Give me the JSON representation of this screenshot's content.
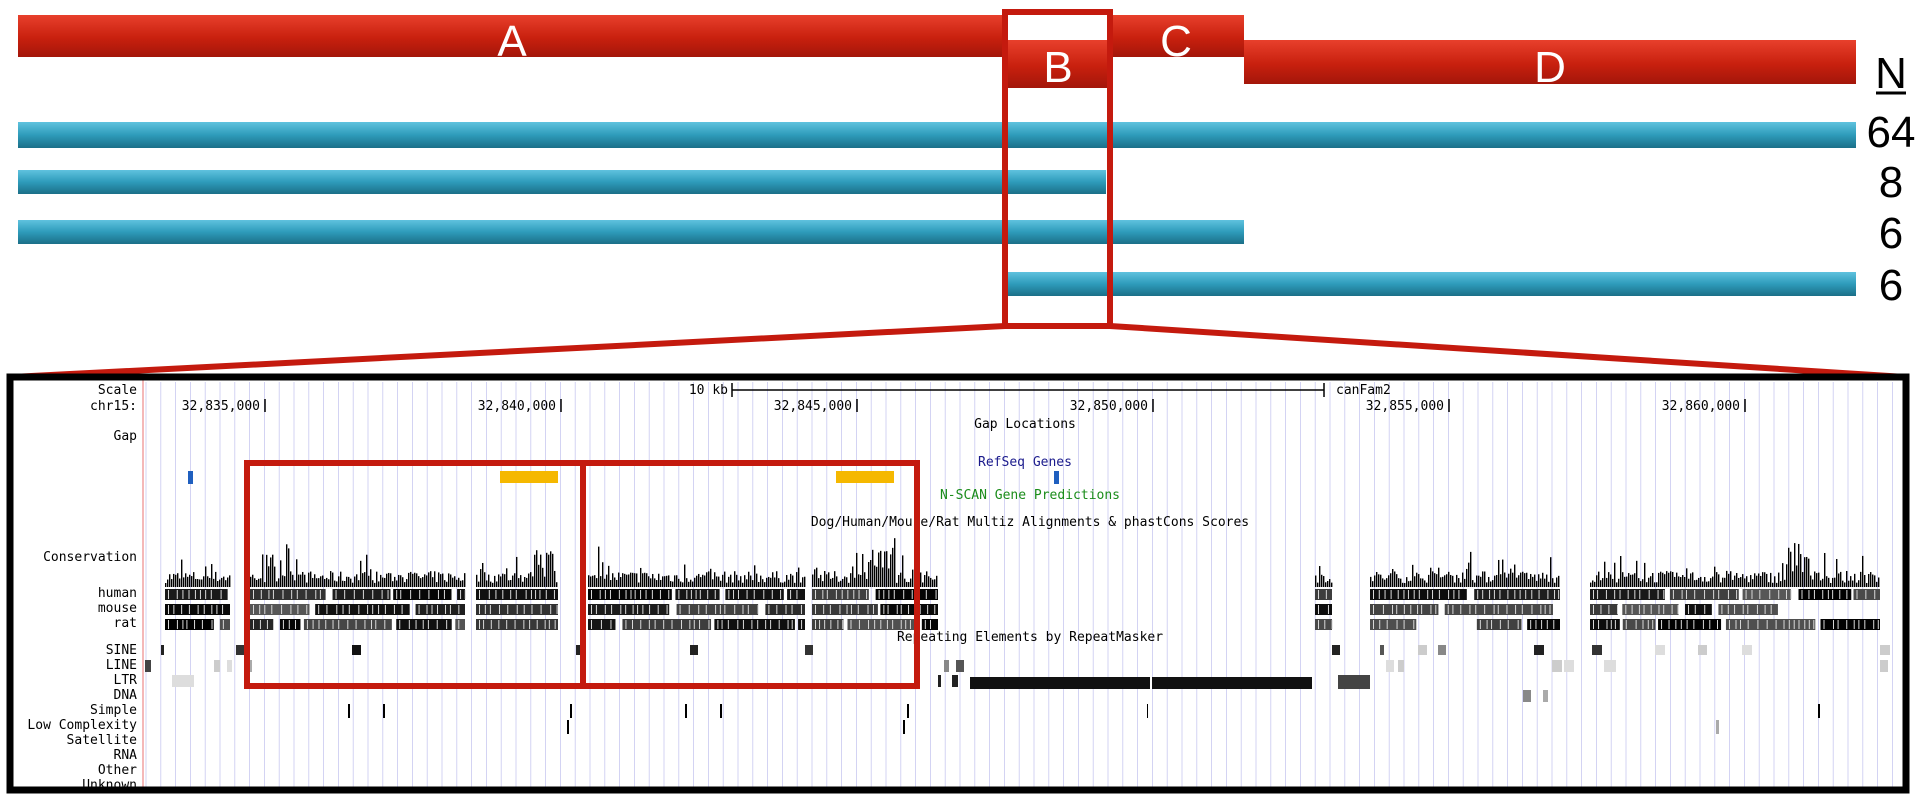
{
  "colors": {
    "segment_red": "#d1210f",
    "transcript_blue": "#2e9bba",
    "highlight_red": "#c41a0e",
    "frame": "#000000",
    "gene_orange": "#f5b800",
    "refseq_blue": "#1f5fbf",
    "nscan_green": "#1a8c1a"
  },
  "segments": [
    {
      "label": "A"
    },
    {
      "label": "B"
    },
    {
      "label": "C"
    },
    {
      "label": "D"
    }
  ],
  "count_header": "N",
  "transcripts": [
    {
      "count": "64"
    },
    {
      "count": "8"
    },
    {
      "count": "6"
    },
    {
      "count": "6"
    }
  ],
  "browser": {
    "scale_label": "Scale",
    "scale_bar_text": "10 kb",
    "assembly": "canFam2",
    "chrom_label": "chr15:",
    "ticks": [
      "32,835,000",
      "32,840,000",
      "32,845,000",
      "32,850,000",
      "32,855,000",
      "32,860,000"
    ],
    "gap_label": "Gap",
    "gap_title": "Gap Locations",
    "refseq_title": "RefSeq Genes",
    "nscan_title": "N-SCAN Gene Predictions",
    "multiz_title": "Dog/Human/Mouse/Rat Multiz Alignments & phastCons Scores",
    "conservation_label": "Conservation",
    "species": [
      "human",
      "mouse",
      "rat"
    ],
    "repeatmasker_title": "Repeating Elements by RepeatMasker",
    "repeat_classes": [
      "SINE",
      "LINE",
      "LTR",
      "DNA",
      "Simple",
      "Low Complexity",
      "Satellite",
      "RNA",
      "Other",
      "Unknown"
    ]
  }
}
